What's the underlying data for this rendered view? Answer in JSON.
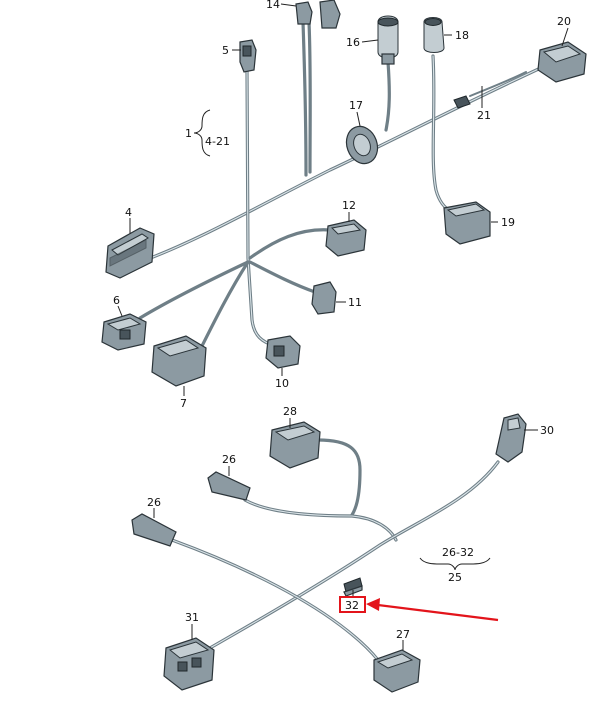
{
  "callouts": {
    "c1": "1",
    "c4_21": "4-21",
    "c4": "4",
    "c5": "5",
    "c6": "6",
    "c7": "7",
    "c10": "10",
    "c11": "11",
    "c12": "12",
    "c14": "14",
    "c16": "16",
    "c17": "17",
    "c18": "18",
    "c19": "19",
    "c20": "20",
    "c21": "21",
    "c25": "25",
    "c26a": "26",
    "c26b": "26",
    "c26_32": "26-32",
    "c27": "27",
    "c28": "28",
    "c30": "30",
    "c31": "31",
    "c32": "32"
  },
  "highlight": {
    "color": "#e3141b",
    "target_label": "32"
  }
}
